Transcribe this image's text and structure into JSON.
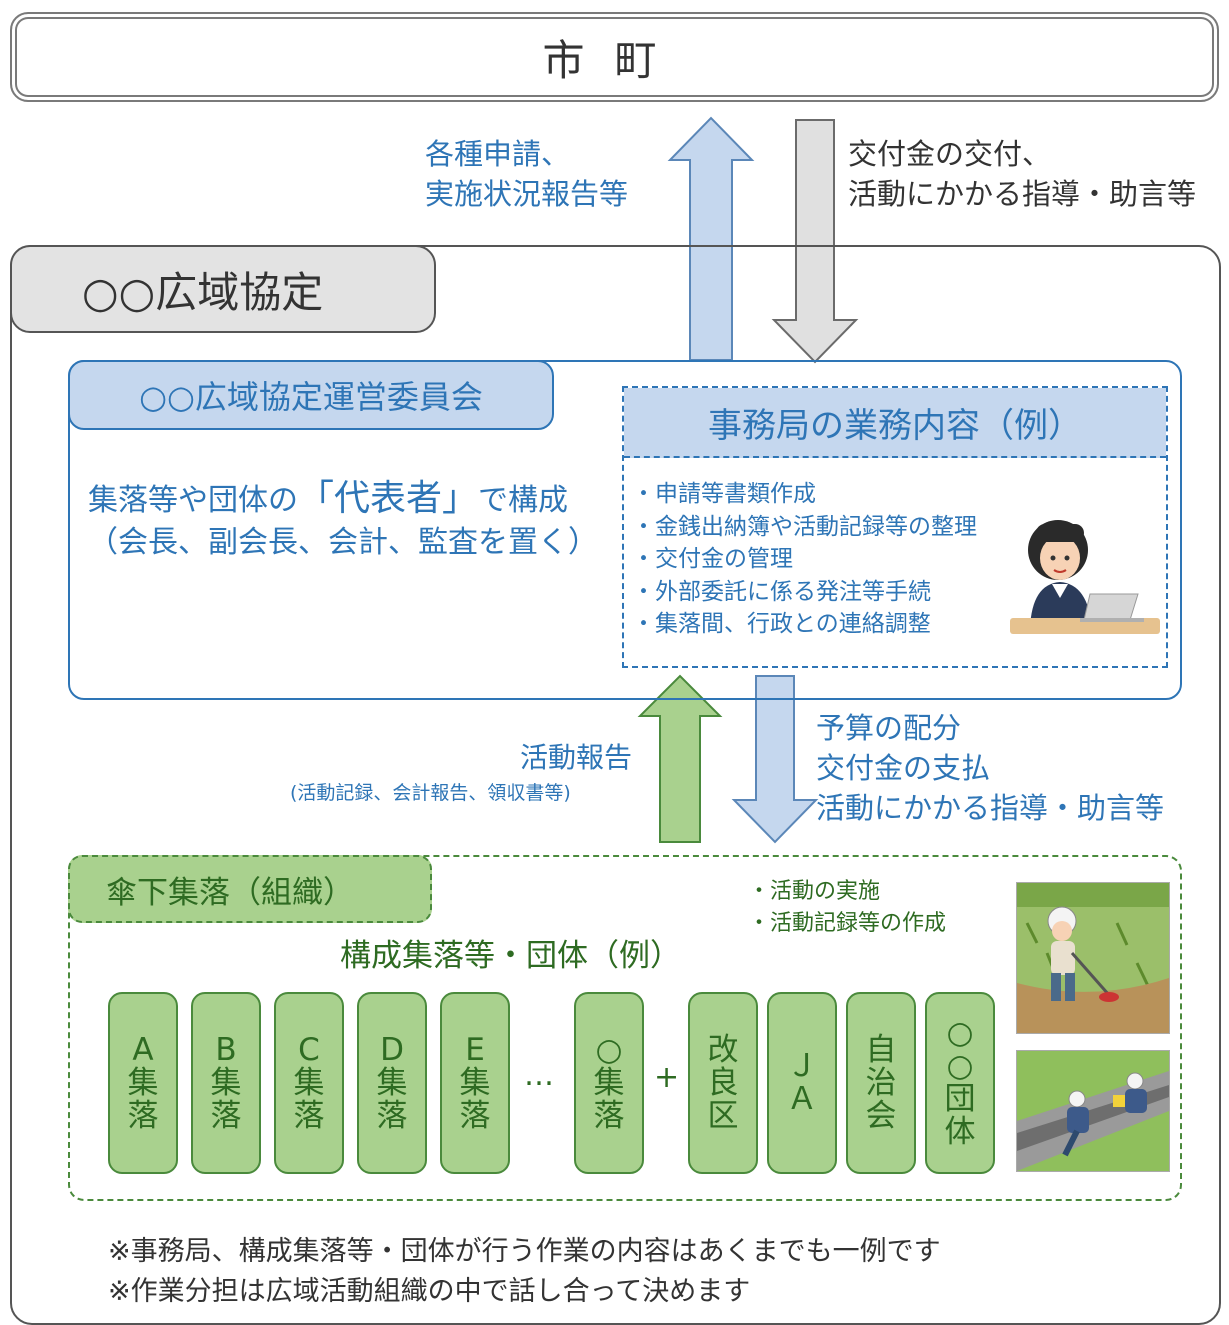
{
  "top_box": {
    "label": "市町"
  },
  "arrow_labels": {
    "up_line1": "各種申請、",
    "up_line2": "実施状況報告等",
    "down_line1": "交付金の交付、",
    "down_line2": "活動にかかる指導・助言等"
  },
  "outer": {
    "title": "○○広域協定"
  },
  "committee": {
    "title": "○○広域協定運営委員会",
    "desc_prefix": "集落等や団体の",
    "desc_emph": "「代表者」",
    "desc_suffix": "で構成",
    "desc_line2": "（会長、副会長、会計、監査を置く）"
  },
  "office": {
    "title": "事務局の業務内容（例）",
    "tasks": [
      "申請等書類作成",
      "金銭出納簿や活動記録等の整理",
      "交付金の管理",
      "外部委託に係る発注等手続",
      "集落間、行政との連絡調整"
    ]
  },
  "report": {
    "label": "活動報告",
    "sub": "(活動記録、会計報告、領収書等)"
  },
  "budget": {
    "line1": "予算の配分",
    "line2": "交付金の支払",
    "line3": "活動にかかる指導・助言等"
  },
  "village": {
    "title": "傘下集落（組織）",
    "actions": [
      "活動の実施",
      "活動記録等の作成"
    ],
    "heading": "構成集落等・団体（例）",
    "units": [
      "A集落",
      "B集落",
      "C集落",
      "D集落",
      "E集落",
      "○集落",
      "改良区",
      "ＪＡ",
      "自治会",
      "○○団体"
    ],
    "ellipsis": "…",
    "plus": "+"
  },
  "notes": [
    "※事務局、構成集落等・団体が行う作業の内容はあくまでも一例です",
    "※作業分担は広域活動組織の中で話し合って決めます"
  ]
}
